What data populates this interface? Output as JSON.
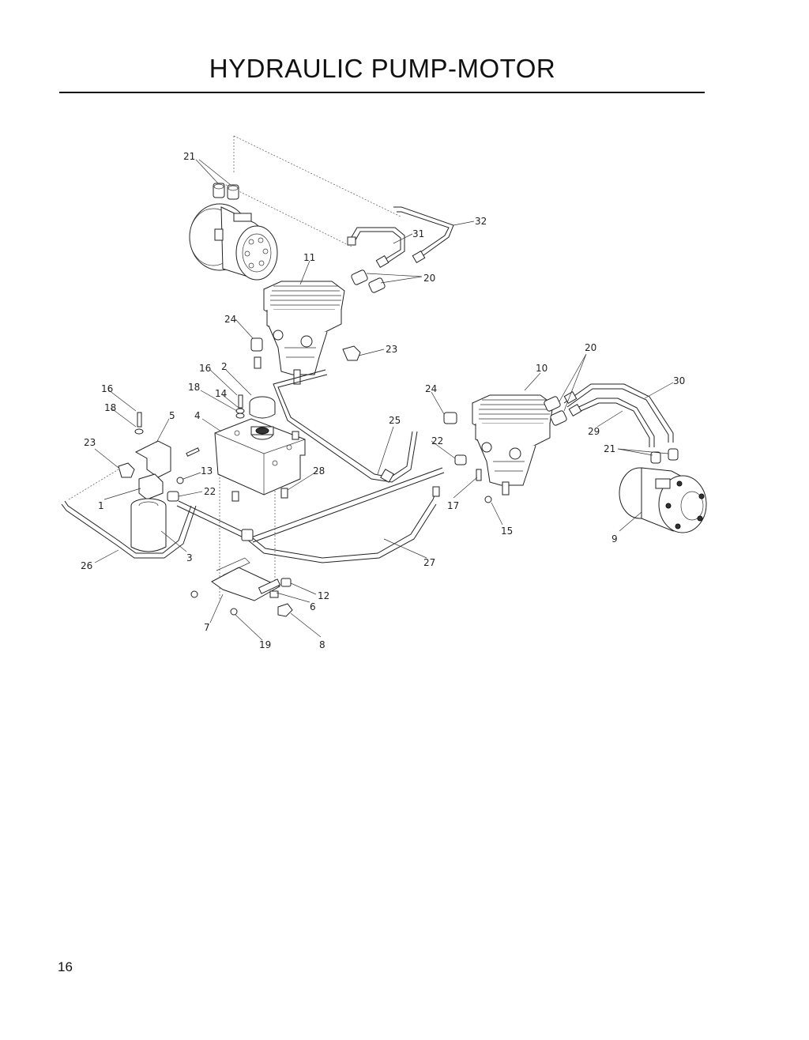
{
  "page": {
    "title": "HYDRAULIC PUMP-MOTOR",
    "page_number": "16"
  },
  "callouts": [
    "21",
    "32",
    "31",
    "11",
    "20",
    "24",
    "23",
    "20",
    "10",
    "30",
    "16",
    "2",
    "18",
    "14",
    "24",
    "16",
    "18",
    "5",
    "4",
    "25",
    "29",
    "21",
    "23",
    "22",
    "13",
    "28",
    "22",
    "17",
    "1",
    "15",
    "9",
    "3",
    "26",
    "27",
    "12",
    "6",
    "7",
    "19",
    "8"
  ]
}
